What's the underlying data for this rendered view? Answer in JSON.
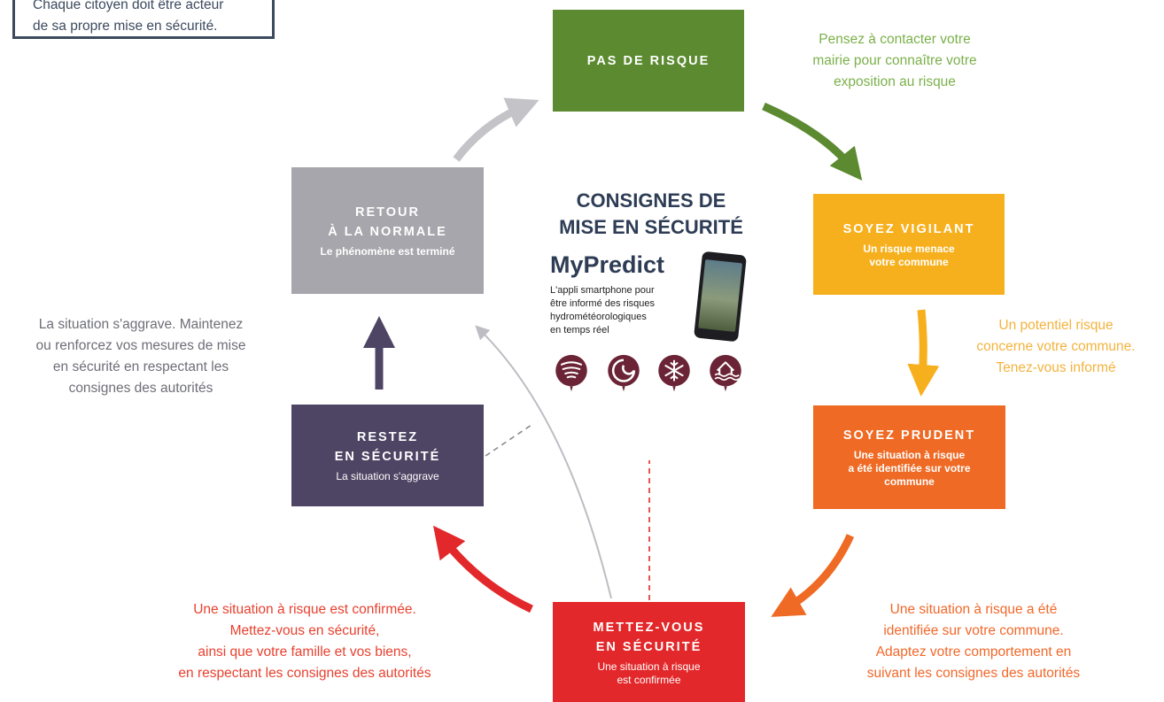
{
  "intro": {
    "line1": "Chaque citoyen doit être acteur",
    "line2": "de sa propre mise en sécurité."
  },
  "center": {
    "title_line1": "CONSIGNES DE",
    "title_line2": "MISE EN SÉCURITÉ",
    "app_name": "MyPredict",
    "app_desc": [
      "L'appli smartphone pour",
      "être informé des risques",
      "hydrométéorologiques",
      "en temps réel"
    ],
    "risk_icons": [
      "tornado-icon",
      "cyclone-icon",
      "snowflake-icon",
      "flood-icon"
    ]
  },
  "steps": {
    "pas_de_risque": {
      "title": "PAS DE RISQUE",
      "color": "#5b8a30"
    },
    "soyez_vigilant": {
      "title": "SOYEZ VIGILANT",
      "subtitle_1": "Un risque menace",
      "subtitle_2": "votre commune",
      "color": "#f7b01d"
    },
    "soyez_prudent": {
      "title": "SOYEZ PRUDENT",
      "subtitle_1": "Une situation à risque",
      "subtitle_2": "a été identifiée sur votre",
      "subtitle_3": "commune",
      "color": "#ef6a24"
    },
    "mettez_vous": {
      "title_1": "METTEZ-VOUS",
      "title_2": "EN SÉCURITÉ",
      "subtitle_1": "Une situation à risque",
      "subtitle_2": "est confirmée",
      "color": "#e2282a"
    },
    "restez": {
      "title_1": "RESTEZ",
      "title_2": "EN SÉCURITÉ",
      "subtitle": "La situation s'aggrave",
      "color": "#4e4463"
    },
    "retour": {
      "title_1": "RETOUR",
      "title_2": "À LA NORMALE",
      "subtitle": "Le phénomène est terminé",
      "color": "#a6a6ac"
    }
  },
  "notes": {
    "green": [
      "Pensez à contacter votre",
      "mairie pour connaître votre",
      "exposition au risque"
    ],
    "yellow": [
      "Un potentiel risque",
      "concerne votre commune.",
      "Tenez-vous informé"
    ],
    "orange": [
      "Une situation à risque a été",
      "identifiée sur votre commune.",
      "Adaptez votre comportement en",
      "suivant les consignes des autorités"
    ],
    "red": [
      "Une situation à risque est confirmée.",
      "Mettez-vous en sécurité,",
      "ainsi que votre famille et vos biens,",
      "en respectant les consignes des autorités"
    ],
    "purple": [
      "La situation s'aggrave. Maintenez",
      "ou renforcez vos mesures de mise",
      "en sécurité en respectant les",
      "consignes des autorités"
    ]
  },
  "colors": {
    "navy": "#2e3d55",
    "green_text": "#7bb04a",
    "yellow_text": "#f3b33d",
    "orange_text": "#f2682a",
    "red_text": "#e8412f",
    "gray_text": "#6e6e78",
    "badge": "#6b2436"
  }
}
